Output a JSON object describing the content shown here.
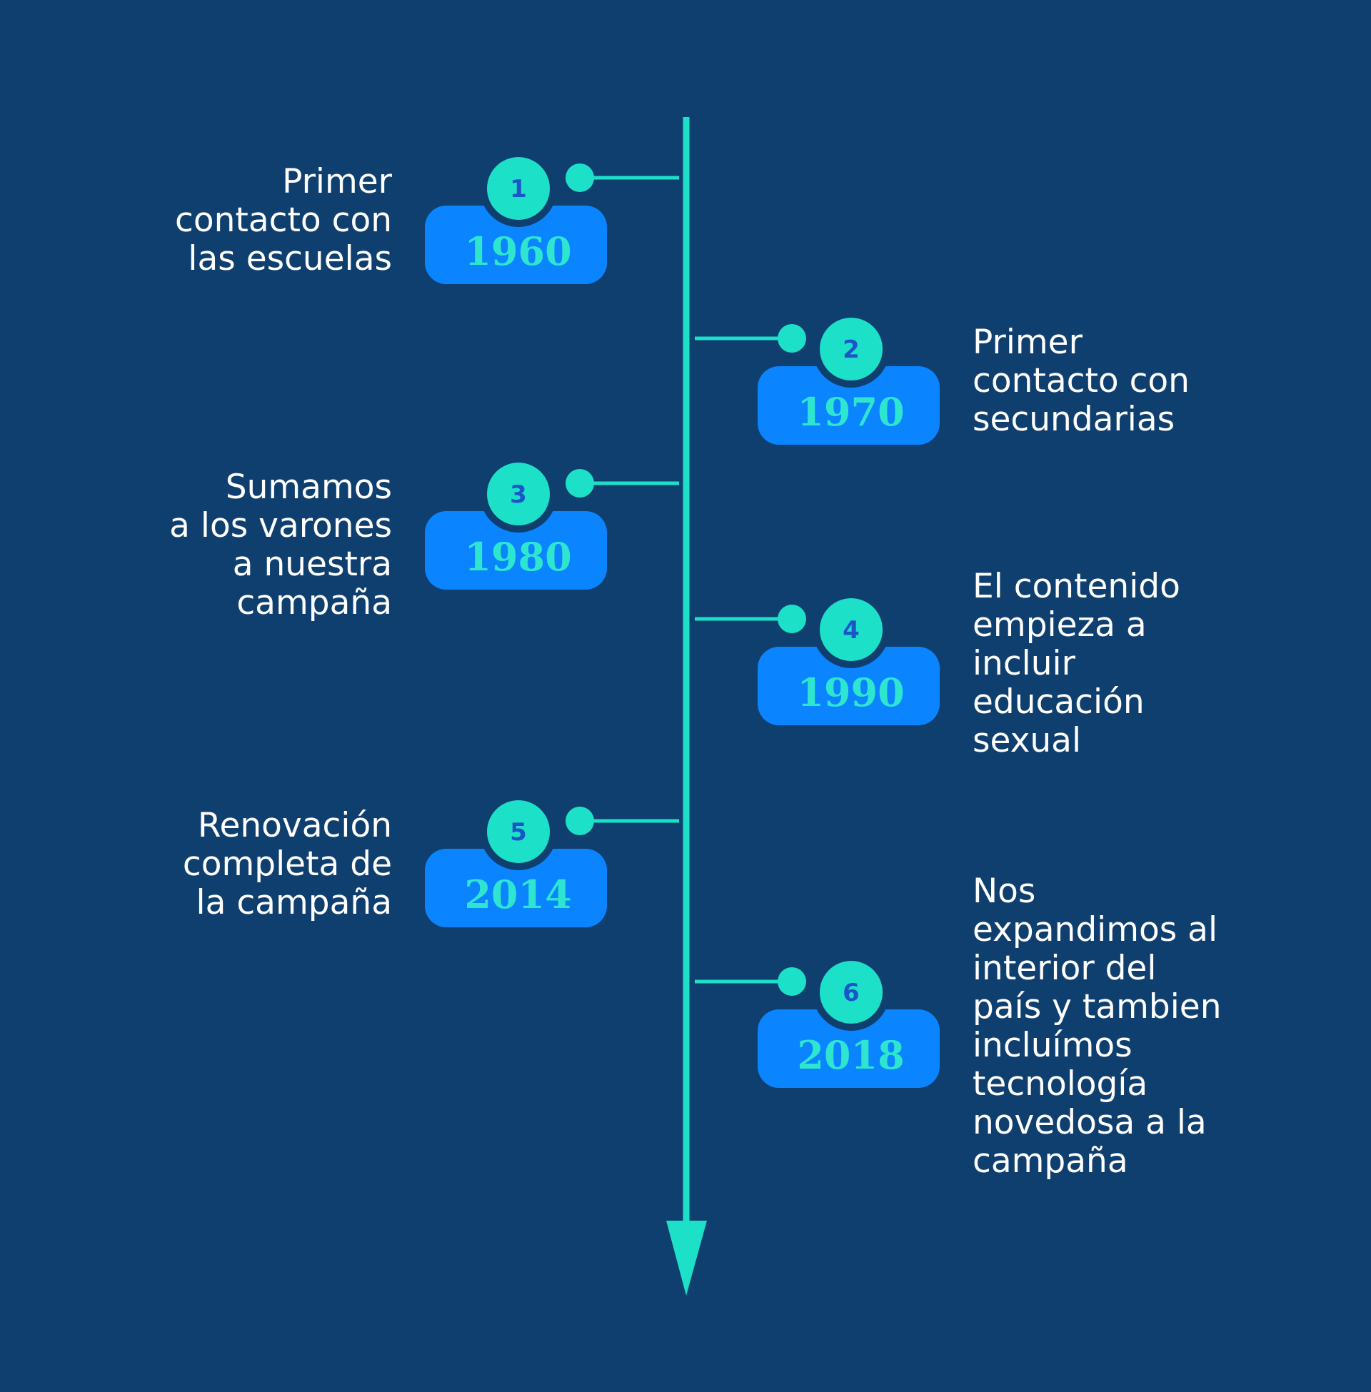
{
  "colors": {
    "background": "#0f3f6f",
    "line": "#1de0c9",
    "badge": "#0a84ff",
    "circle": "#1de0c9",
    "year": "#2ee6cf",
    "number": "#1a56c8",
    "text": "#ffffff"
  },
  "events": [
    {
      "number": "1",
      "year": "1960",
      "text": "Primer\ncontacto con\nlas escuelas",
      "side": "left"
    },
    {
      "number": "2",
      "year": "1970",
      "text": "Primer\ncontacto con\nsecundarias",
      "side": "right"
    },
    {
      "number": "3",
      "year": "1980",
      "text": "Sumamos\na los varones\na nuestra\ncampaña",
      "side": "left"
    },
    {
      "number": "4",
      "year": "1990",
      "text": "El contenido\nempieza a\nincluir\neducación\nsexual",
      "side": "right"
    },
    {
      "number": "5",
      "year": "2014",
      "text": "Renovación\ncompleta de\nla campaña",
      "side": "left"
    },
    {
      "number": "6",
      "year": "2018",
      "text": "Nos\nexpandimos al\ninterior del\npaís y tambien\nincluímos\ntecnología\nnovedosa a la\ncampaña",
      "side": "right"
    }
  ]
}
